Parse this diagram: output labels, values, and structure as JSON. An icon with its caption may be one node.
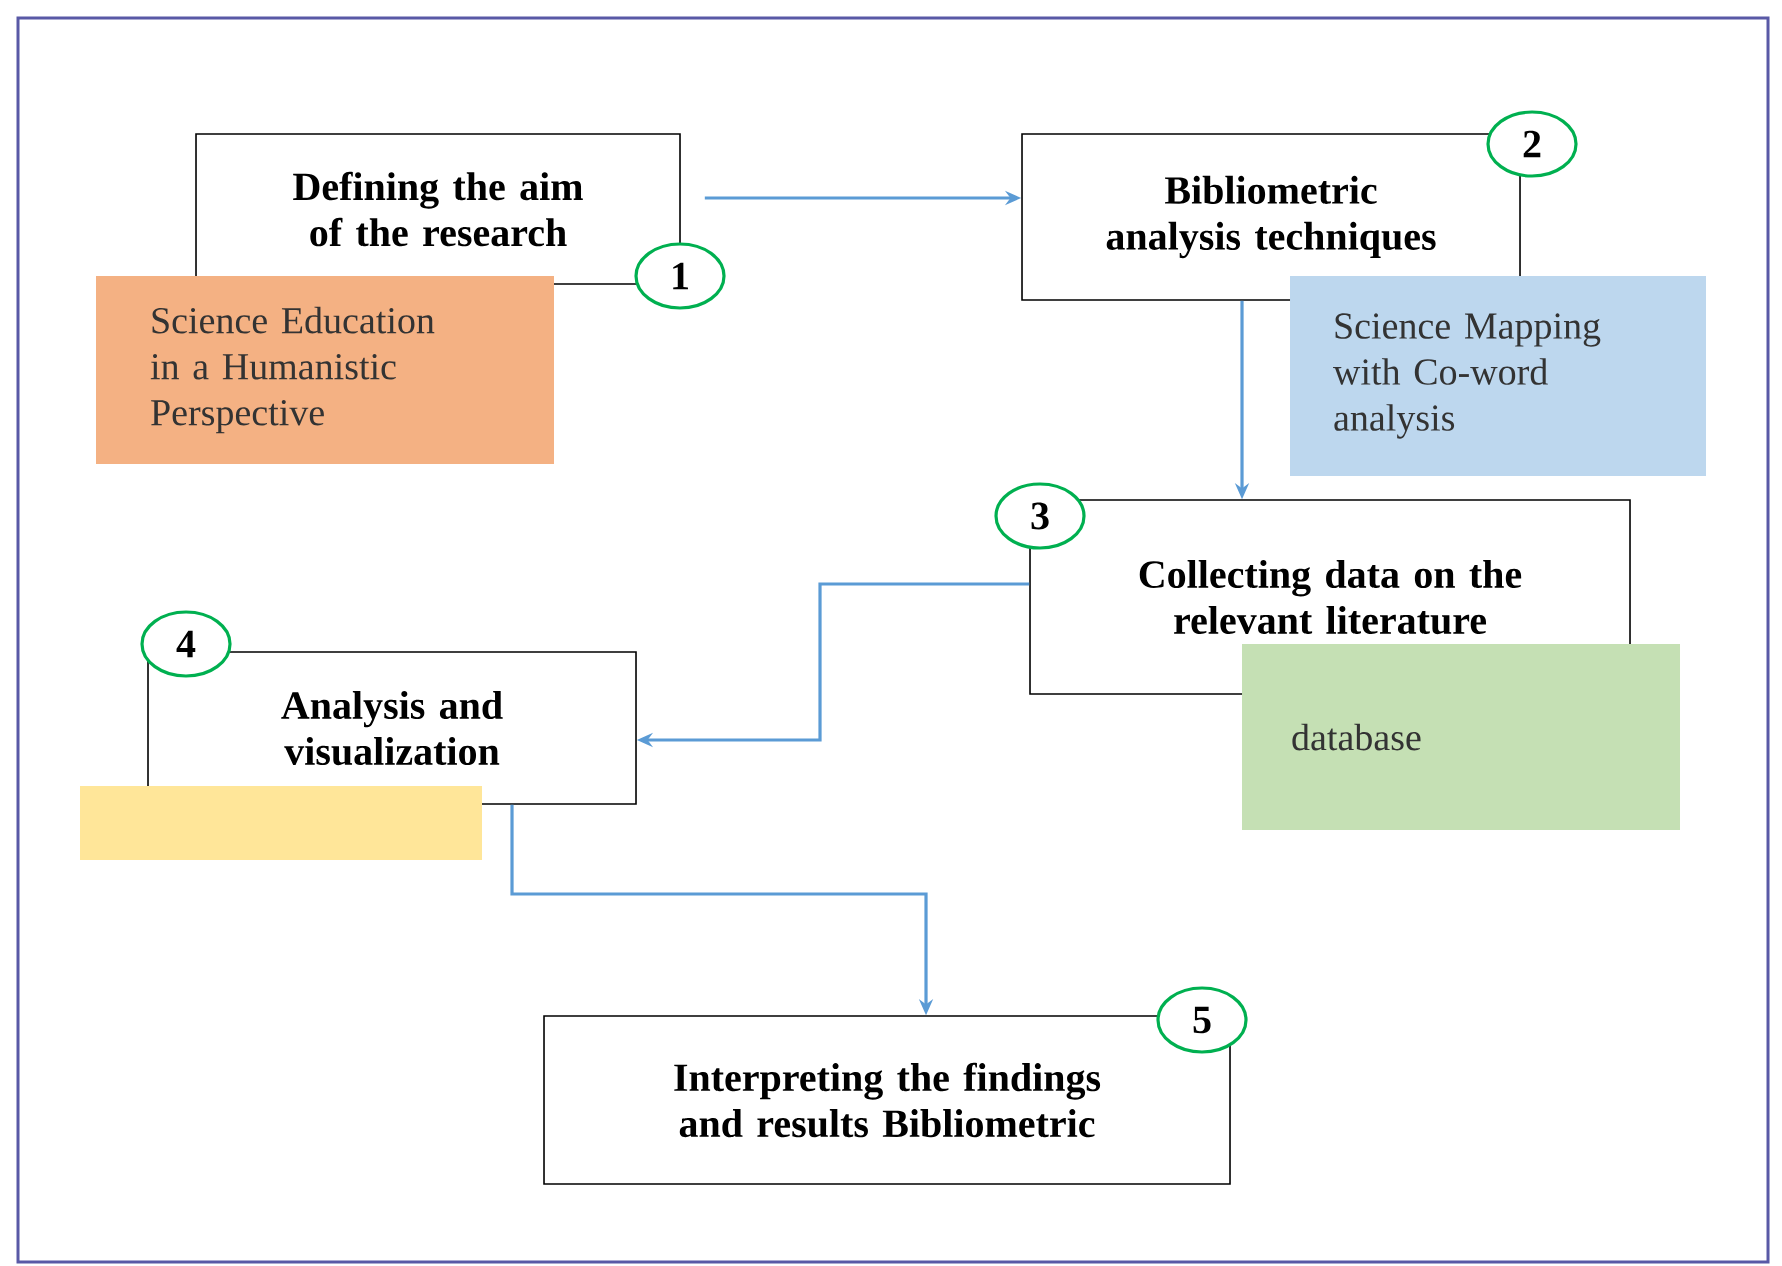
{
  "diagram": {
    "nodes": [
      {
        "text": [
          "Defining the aim of the research"
        ]
      },
      {
        "text": [
          "1"
        ]
      },
      {
        "text": [
          "Science Education in a Humanistic Perspective"
        ]
      },
      {
        "text": [
          "Bibliometric analysis techniques"
        ]
      },
      {
        "text": [
          "2"
        ]
      },
      {
        "text": [
          "Science Mapping with Co-word analysis"
        ]
      },
      {
        "text": [
          "Collecting data on the relevant literature"
        ]
      },
      {
        "text": [
          "3"
        ]
      },
      {
        "text": [
          "database"
        ]
      },
      {
        "text": [
          "Analysis and visualization"
        ]
      },
      {
        "text": [
          "4"
        ]
      },
      {
        "text": [],
        "shape": "box"
      },
      {
        "text": [
          "Interpreting the findings and results Bibliometric"
        ]
      },
      {
        "text": [
          "5"
        ]
      }
    ],
    "edges": [
      {
        "from": 0,
        "to": 3,
        "arrow": "to"
      },
      {
        "from": 3,
        "to": 6,
        "arrow": "to"
      },
      {
        "from": 6,
        "to": 9,
        "arrow": "to"
      },
      {
        "from": 9,
        "to": 12,
        "arrow": "to"
      }
    ]
  }
}
